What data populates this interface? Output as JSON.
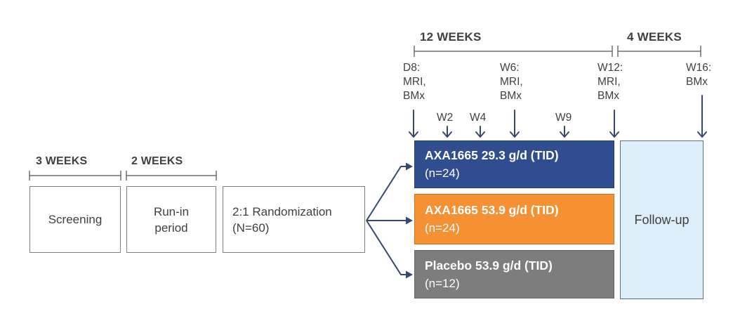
{
  "durations": {
    "screening": "3 WEEKS",
    "runin": "2 WEEKS",
    "treatment": "12 WEEKS",
    "followup": "4 WEEKS"
  },
  "phases": {
    "screening": "Screening",
    "runin_line1": "Run-in",
    "runin_line2": "period",
    "randomization_line1": "2:1 Randomization",
    "randomization_line2": "(N=60)"
  },
  "timepoints": [
    {
      "id": "d8",
      "lines": [
        "D8:",
        "MRI,",
        "BMx"
      ]
    },
    {
      "id": "w2",
      "lines": [
        "W2"
      ]
    },
    {
      "id": "w4",
      "lines": [
        "W4"
      ]
    },
    {
      "id": "w6",
      "lines": [
        "W6:",
        "MRI,",
        "BMx"
      ]
    },
    {
      "id": "w9",
      "lines": [
        "W9"
      ]
    },
    {
      "id": "w12",
      "lines": [
        "W12:",
        "MRI,",
        "BMx"
      ]
    },
    {
      "id": "w16",
      "lines": [
        "W16:",
        "BMx"
      ]
    }
  ],
  "arms": [
    {
      "title": "AXA1665 29.3 g/d (TID)",
      "n": "(n=24)",
      "color": "#2f4d8f"
    },
    {
      "title": "AXA1665 53.9 g/d (TID)",
      "n": "(n=24)",
      "color": "#f59133"
    },
    {
      "title": "Placebo 53.9 g/d (TID)",
      "n": "(n=12)",
      "color": "#7d7d7d"
    }
  ],
  "followup_label": "Follow-up",
  "colors": {
    "arrow": "#36486e",
    "bracket": "#6e6e6e",
    "text": "#404040",
    "followup_fill": "#dbeef9",
    "followup_border": "#5d7083"
  }
}
